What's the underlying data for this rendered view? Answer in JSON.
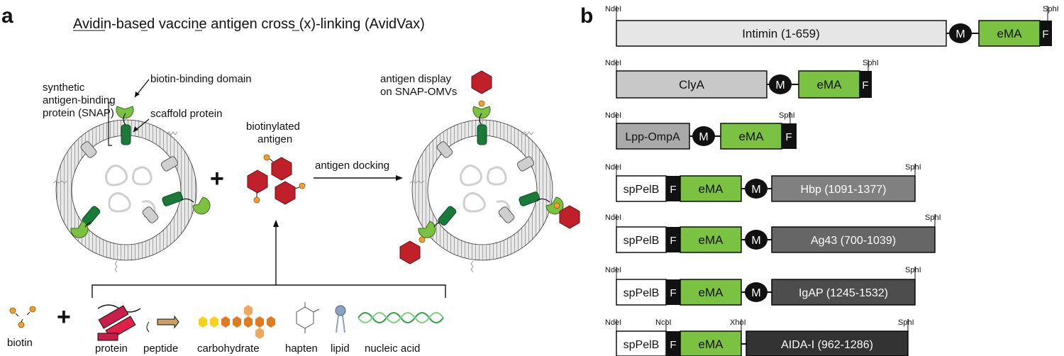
{
  "panel_a": {
    "letter": "a",
    "title": "Avidin-based vaccine antigen cross (x)-linking (AvidVax)",
    "snap_line1": "synthetic",
    "snap_line2": "antigen-binding",
    "snap_line3": "protein (SNAP)",
    "biotin_binding_domain": "biotin-binding domain",
    "scaffold_protein": "scaffold protein",
    "plus": "+",
    "biotinylated_line1": "biotinylated",
    "biotinylated_line2": "antigen",
    "antigen_docking": "antigen docking",
    "display_line1": "antigen display",
    "display_line2": "on SNAP-OMVs",
    "biotin": "biotin",
    "cargo": [
      "protein",
      "peptide",
      "carbohydrate",
      "hapten",
      "lipid",
      "nucleic acid"
    ]
  },
  "panel_b": {
    "letter": "b",
    "constructs": [
      {
        "left_site": "NdeI",
        "right_site": "SphI",
        "segments": [
          "Intimin (1-659)",
          "M",
          "eMA",
          "F"
        ]
      },
      {
        "left_site": "NdeI",
        "right_site": "SphI",
        "segments": [
          "ClyA",
          "M",
          "eMA",
          "F"
        ]
      },
      {
        "left_site": "NdeI",
        "right_site": "SphI",
        "segments": [
          "Lpp-OmpA",
          "M",
          "eMA",
          "F"
        ]
      },
      {
        "left_site": "NdeI",
        "right_site": "SphI",
        "segments": [
          "spPelB",
          "F",
          "eMA",
          "M",
          "Hbp (1091-1377)"
        ]
      },
      {
        "left_site": "NdeI",
        "right_site": "SphI",
        "segments": [
          "spPelB",
          "F",
          "eMA",
          "M",
          "Ag43 (700-1039)"
        ]
      },
      {
        "left_site": "NdeI",
        "right_site": "SphI",
        "segments": [
          "spPelB",
          "F",
          "eMA",
          "M",
          "IgAP (1245-1532)"
        ]
      },
      {
        "left_site": "NdeI",
        "right_site": "SphI",
        "segments": [
          "spPelB",
          "F",
          "eMA",
          "AIDA-I (962-1286)"
        ],
        "inner_sites": [
          "NcoI",
          "XhoI"
        ]
      }
    ]
  },
  "colors": {
    "green": "#7cc242",
    "dark_green": "#1a7a3a",
    "antigen_red": "#c0202a",
    "biotin_orange": "#f0a030",
    "membrane_gray": "#9a9a9a"
  }
}
